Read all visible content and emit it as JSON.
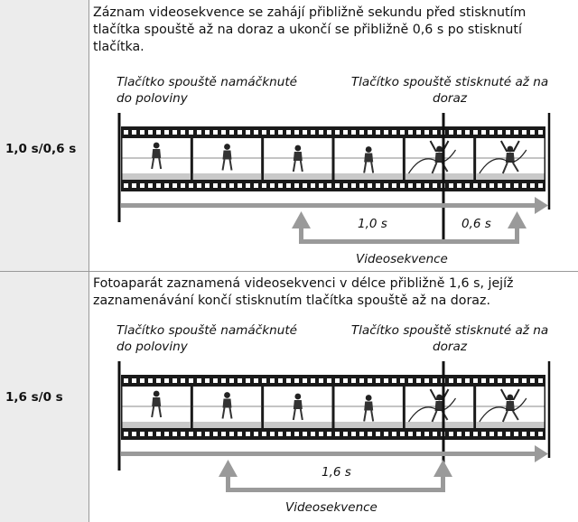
{
  "rows": [
    {
      "label": "1,0 s/0,6 s",
      "description": "Záznam videosekvence se zahájí přibližně sekundu před stisknutím tlačítka spouště až na doraz a ukončí se přibližně 0,6 s po stisknutí tlačítka.",
      "caption_half": "Tlačítko spouště namáčknuté do poloviny",
      "caption_full": "Tlačítko spouště stisknuté až na doraz",
      "duration_before": "1,0 s",
      "duration_after": "0,6 s",
      "clip_label": "Videosekvence"
    },
    {
      "label": "1,6 s/0 s",
      "description": "Fotoaparát zaznamená videosekvenci v délce přibližně 1,6 s, jejíž zaznamenávání končí stisknutím tlačítka spouště až na doraz.",
      "caption_half": "Tlačítko spouště namáčknuté do poloviny",
      "caption_full": "Tlačítko spouště stisknuté až na doraz",
      "duration_before": "1,6 s",
      "clip_label": "Videosekvence"
    }
  ],
  "colors": {
    "label_bg": "#ececec",
    "arrow": "#9a9a9a",
    "film": "#1a1a1a",
    "border": "#999999"
  }
}
